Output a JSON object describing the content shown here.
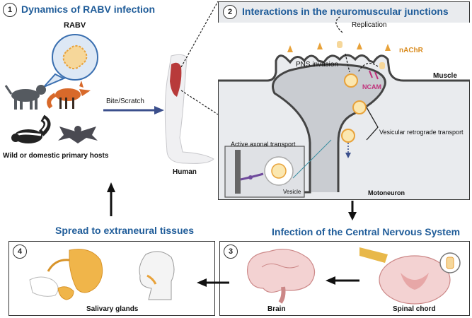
{
  "section1": {
    "number": "1",
    "title": "Dynamics of RABV infection",
    "virus_label": "RABV",
    "hosts_label": "Wild or domestic primary hosts",
    "transmission_label": "Bite/Scratch",
    "human_label": "Human"
  },
  "section2": {
    "number": "2",
    "title": "Interactions in the neuromuscular junctions",
    "replication": "Replication",
    "nachr": "nAChR",
    "pns_invasion": "PNS invasion",
    "muscle": "Muscle",
    "ncam": "NCAM",
    "vesicular_transport": "Vesicular retrograde transport",
    "axonal_transport": "Active axonal transport",
    "vesicle": "Vesicle",
    "motoneuron": "Motoneuron"
  },
  "section3": {
    "number": "3",
    "title": "Infection of the Central Nervous System",
    "brain": "Brain",
    "spinal": "Spinal chord"
  },
  "section4": {
    "number": "4",
    "title": "Spread to extraneural tissues",
    "salivary": "Salivary glands"
  },
  "colors": {
    "title_blue": "#1f5c99",
    "arrow_blue": "#3b4f8c",
    "virus_orange": "#e8a23a",
    "muscle_red": "#b83a3a",
    "panel_bg": "#e9ebee",
    "ncam_pink": "#c0307a"
  }
}
